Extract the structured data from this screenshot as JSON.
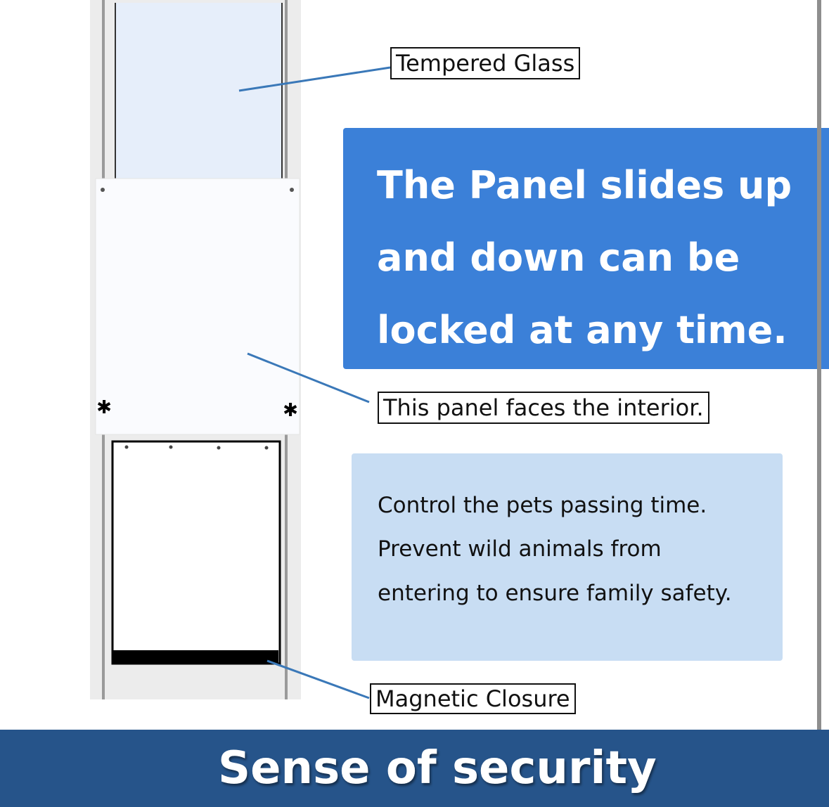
{
  "labels": {
    "tempered_glass": "Tempered Glass",
    "panel_interior": "This panel faces the interior.",
    "magnetic_closure": "Magnetic Closure"
  },
  "headline": {
    "lines": [
      "The Panel slides up",
      "and down can be",
      "locked at any time."
    ]
  },
  "info": {
    "lines": [
      "Control the pets passing time.",
      "Prevent wild animals from",
      "entering to ensure family safety."
    ]
  },
  "banner": {
    "title": "Sense of security"
  },
  "colors": {
    "accent_blue": "#3b80d8",
    "light_blue": "#c8ddf3",
    "banner_blue": "#26548a",
    "leader_line": "#3a78b8"
  }
}
